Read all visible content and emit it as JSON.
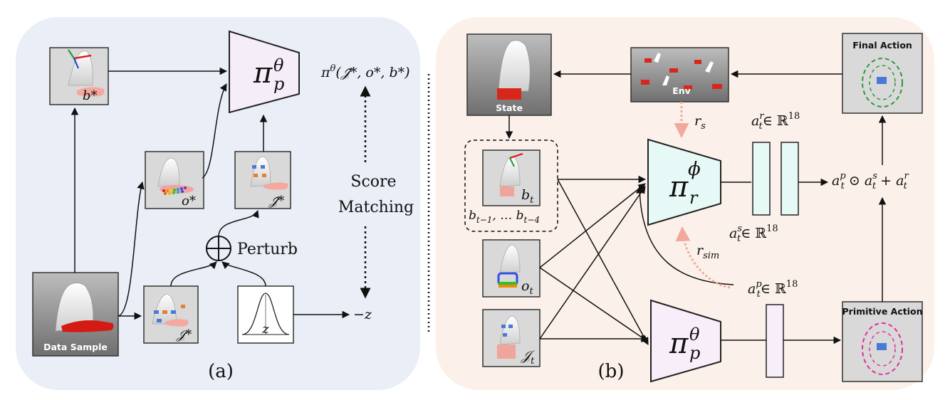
{
  "panel_a": {
    "caption": "(a)",
    "policy_base": "π",
    "policy_sub": "p",
    "policy_sup": "θ",
    "output_expr": "π",
    "output_expr_sup": "θ",
    "output_expr_args": "(𝒥̃*, o*, b*)",
    "score_matching_line1": "Score",
    "score_matching_line2": "Matching",
    "perturb_label": "Perturb",
    "neg_z": "−z",
    "b_star": "b*",
    "o_star": "o*",
    "j_star": "𝒥*",
    "j_tilde_star": "𝒥̃*",
    "z": "z",
    "data_sample": "Data Sample"
  },
  "panel_b": {
    "caption": "(b)",
    "state_label": "State",
    "env_label": "Env",
    "final_action_label": "Final Action",
    "primitive_action_label": "Primitive Action",
    "residual_policy_base": "π",
    "residual_policy_sub": "r",
    "residual_policy_sup": "ϕ",
    "primitive_policy_base": "π",
    "primitive_policy_sub": "p",
    "primitive_policy_sup": "θ",
    "r_s": "r",
    "r_s_sub": "s",
    "r_sim": "r",
    "r_sim_sub": "sim",
    "a_r": "a",
    "a_r_sub": "t",
    "a_r_sup": "r",
    "a_r_space": "∈ ℝ",
    "a_r_dim": "18",
    "a_s": "a",
    "a_s_sub": "t",
    "a_s_sup": "s",
    "a_s_space": "∈ ℝ",
    "a_s_dim": "18",
    "a_p": "a",
    "a_p_sub": "t",
    "a_p_sup": "p",
    "a_p_space": "∈ ℝ",
    "a_p_dim": "18",
    "combine_expr": "a",
    "combine_expr_sub": "t",
    "combine_expr_sup": "p",
    "combine_op": " ⊙ ",
    "combine_expr2": "a",
    "combine_expr2_sub": "t",
    "combine_expr2_sup": "s",
    "combine_plus": " + ",
    "combine_expr3": "a",
    "combine_expr3_sub": "t",
    "combine_expr3_sup": "r",
    "b_t": "b",
    "b_t_sub": "t",
    "b_history": "b",
    "b_history_sub1": "t−1",
    "b_history_mid": ", … b",
    "b_history_sub2": "t−4",
    "o_t": "o",
    "o_t_sub": "t",
    "j_t": "𝒥",
    "j_t_sub": "t"
  },
  "colors": {
    "panel_a_bg": "#e9eef7",
    "panel_b_bg": "#fbf1ea",
    "trapezoid_a_fill": "#f5eef9",
    "trapezoid_residual_fill": "#e7f9f6",
    "trapezoid_primitive_fill": "#f7eef9",
    "reward_arrow": "#f2a99a",
    "thumb_bg": "#d7d7d7"
  }
}
